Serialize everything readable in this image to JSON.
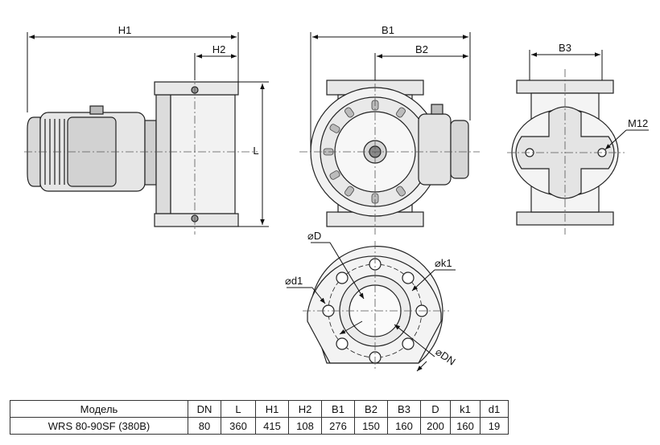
{
  "dimensions": {
    "H1": "H1",
    "H2": "H2",
    "L": "L",
    "B1": "B1",
    "B2": "B2",
    "B3": "B3",
    "M12": "M12",
    "D": "⌀D",
    "d1": "⌀d1",
    "k1": "⌀k1",
    "DN": "⌀DN"
  },
  "table": {
    "headers": [
      "Модель",
      "DN",
      "L",
      "H1",
      "H2",
      "B1",
      "B2",
      "B3",
      "D",
      "k1",
      "d1"
    ],
    "row": [
      "WRS 80-90SF (380В)",
      "80",
      "360",
      "415",
      "108",
      "276",
      "150",
      "160",
      "200",
      "160",
      "19"
    ]
  }
}
